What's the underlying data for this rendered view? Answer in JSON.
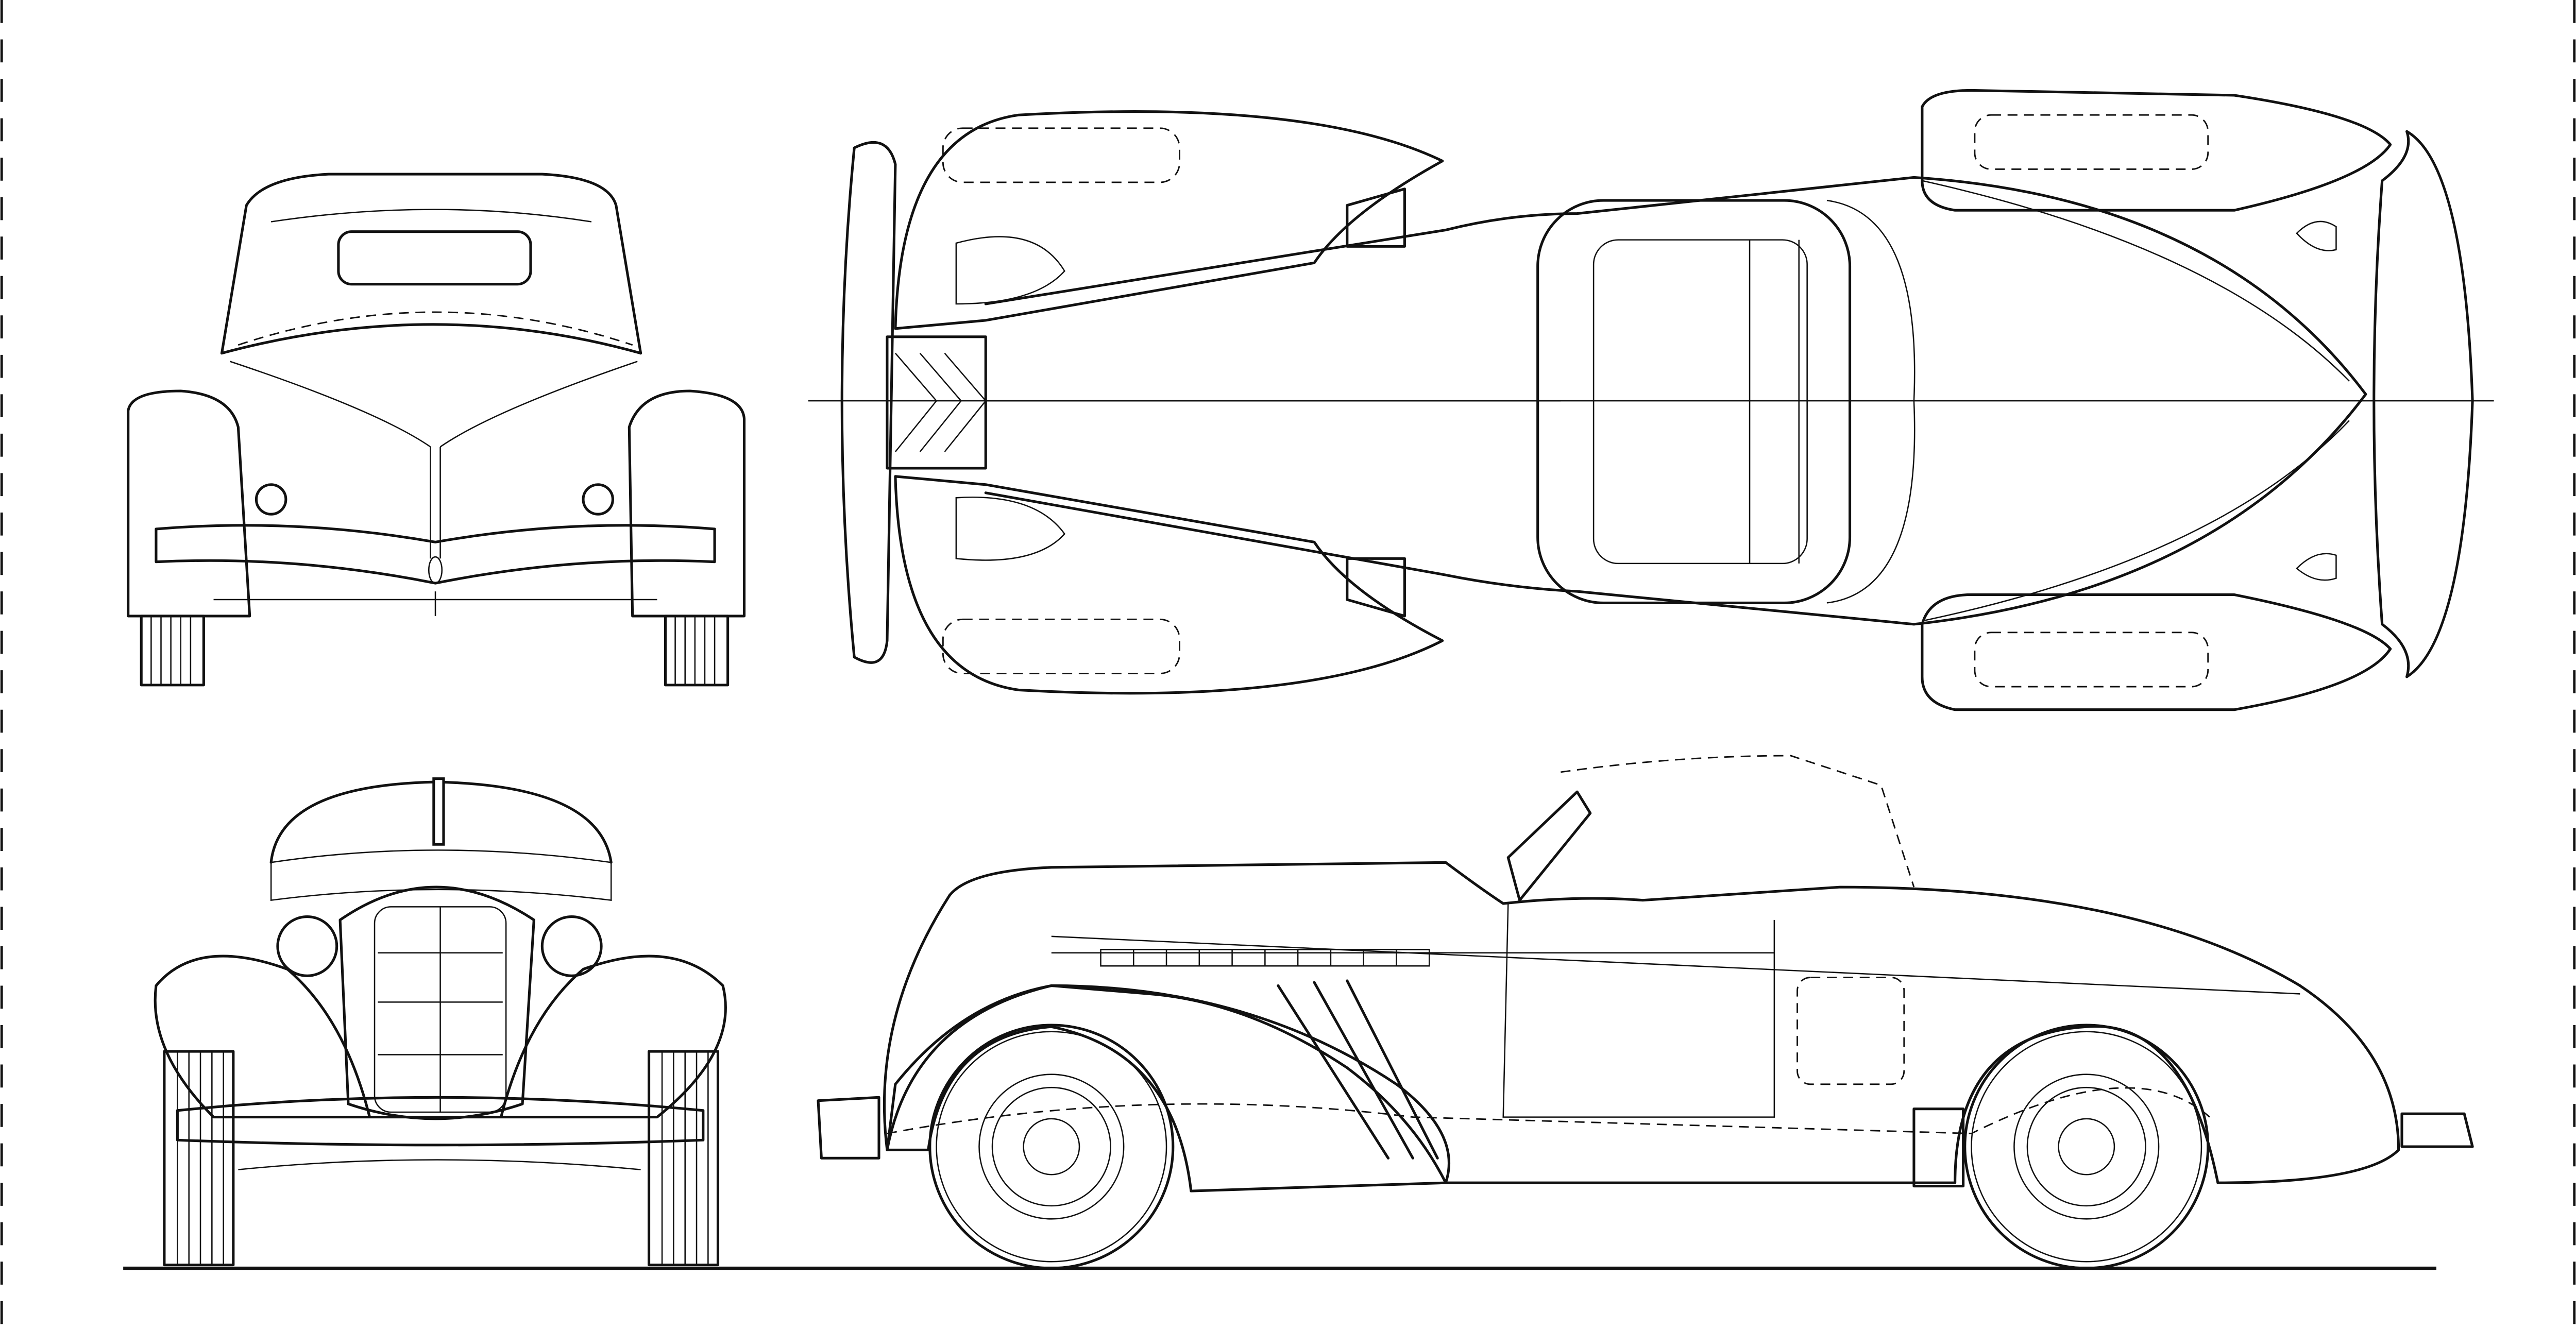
{
  "colors": {
    "background": "#ffffff",
    "line": "#111111"
  },
  "views": [
    "front",
    "top",
    "rear",
    "side"
  ]
}
